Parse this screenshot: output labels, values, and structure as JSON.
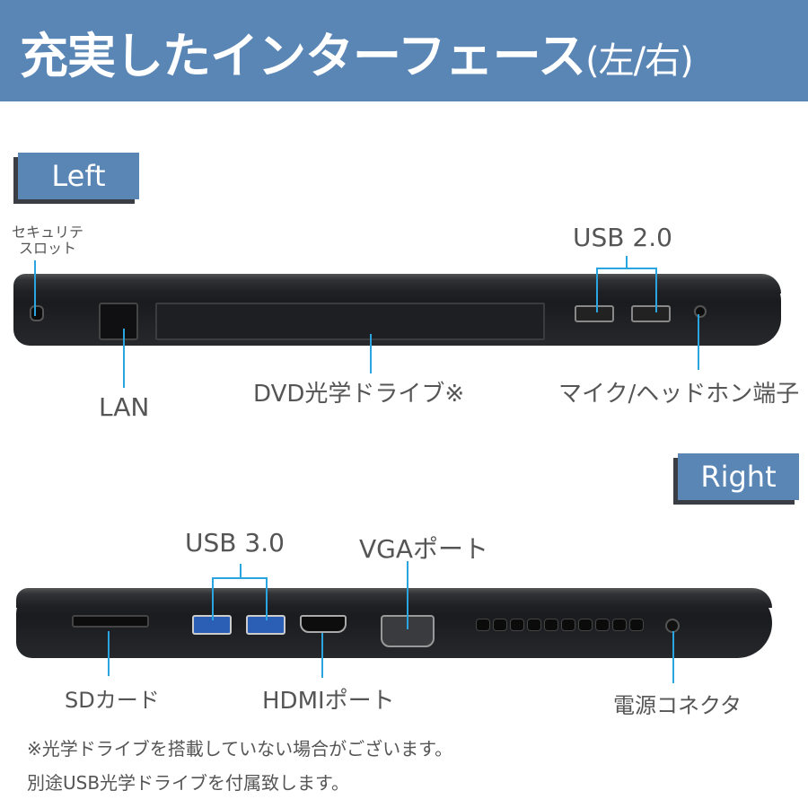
{
  "header": {
    "title": "充実したインターフェース",
    "subtitle": "(左/右)",
    "background_color": "#5a86b6"
  },
  "left_side": {
    "tag": "Left",
    "labels": {
      "security_slot_line1": "セキュリテ",
      "security_slot_line2": "スロット",
      "usb2": "USB 2.0",
      "lan": "LAN",
      "dvd": "DVD光学ドライブ※",
      "audio": "マイク/ヘッドホン端子"
    }
  },
  "right_side": {
    "tag": "Right",
    "labels": {
      "usb3": "USB 3.0",
      "vga": "VGAポート",
      "sd": "SDカード",
      "hdmi": "HDMIポート",
      "power": "電源コネクタ"
    }
  },
  "footnotes": {
    "line1": "※光学ドライブを搭載していない場合がございます。",
    "line2": "別途USB光学ドライブを付属致します。"
  },
  "colors": {
    "accent": "#5a86b6",
    "callout_line": "#2aa5e0",
    "text": "#555555"
  }
}
